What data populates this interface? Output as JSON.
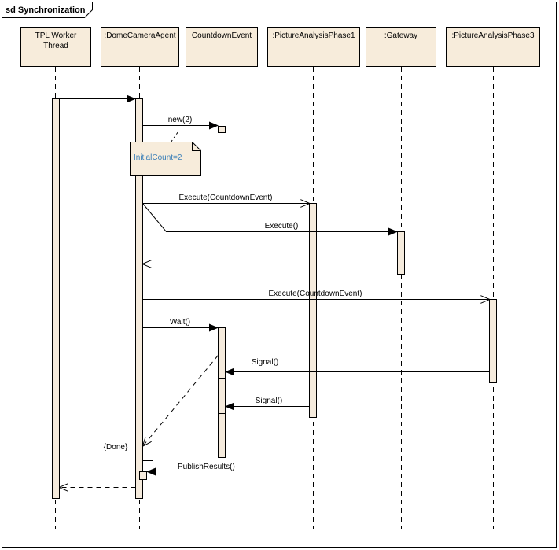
{
  "frame": {
    "title": "sd Synchronization"
  },
  "lifelines": [
    {
      "id": "tpl",
      "lines": [
        "TPL Worker",
        "Thread"
      ]
    },
    {
      "id": "dome",
      "lines": [
        ":DomeCameraAgent"
      ]
    },
    {
      "id": "countdown",
      "lines": [
        "CountdownEvent"
      ]
    },
    {
      "id": "pap1",
      "lines": [
        ":PictureAnalysisPhase1"
      ]
    },
    {
      "id": "gateway",
      "lines": [
        ":Gateway"
      ]
    },
    {
      "id": "pap3",
      "lines": [
        ":PictureAnalysisPhase3"
      ]
    }
  ],
  "messages": {
    "m_new": "new(2)",
    "m_exec1": "Execute(CountdownEvent)",
    "m_exec_gw": "Execute()",
    "m_exec3": "Execute(CountdownEvent)",
    "m_wait": "Wait()",
    "m_signal1": "Signal()",
    "m_signal2": "Signal()",
    "m_done": "{Done}",
    "m_publish": "PublishResults()"
  },
  "note": {
    "text": "InitialCount=2"
  },
  "colors": {
    "box_fill": "#f7ecdb",
    "activation_fill": "#f5ebdd",
    "stroke": "#000000",
    "note_text": "#3b7fb8"
  }
}
